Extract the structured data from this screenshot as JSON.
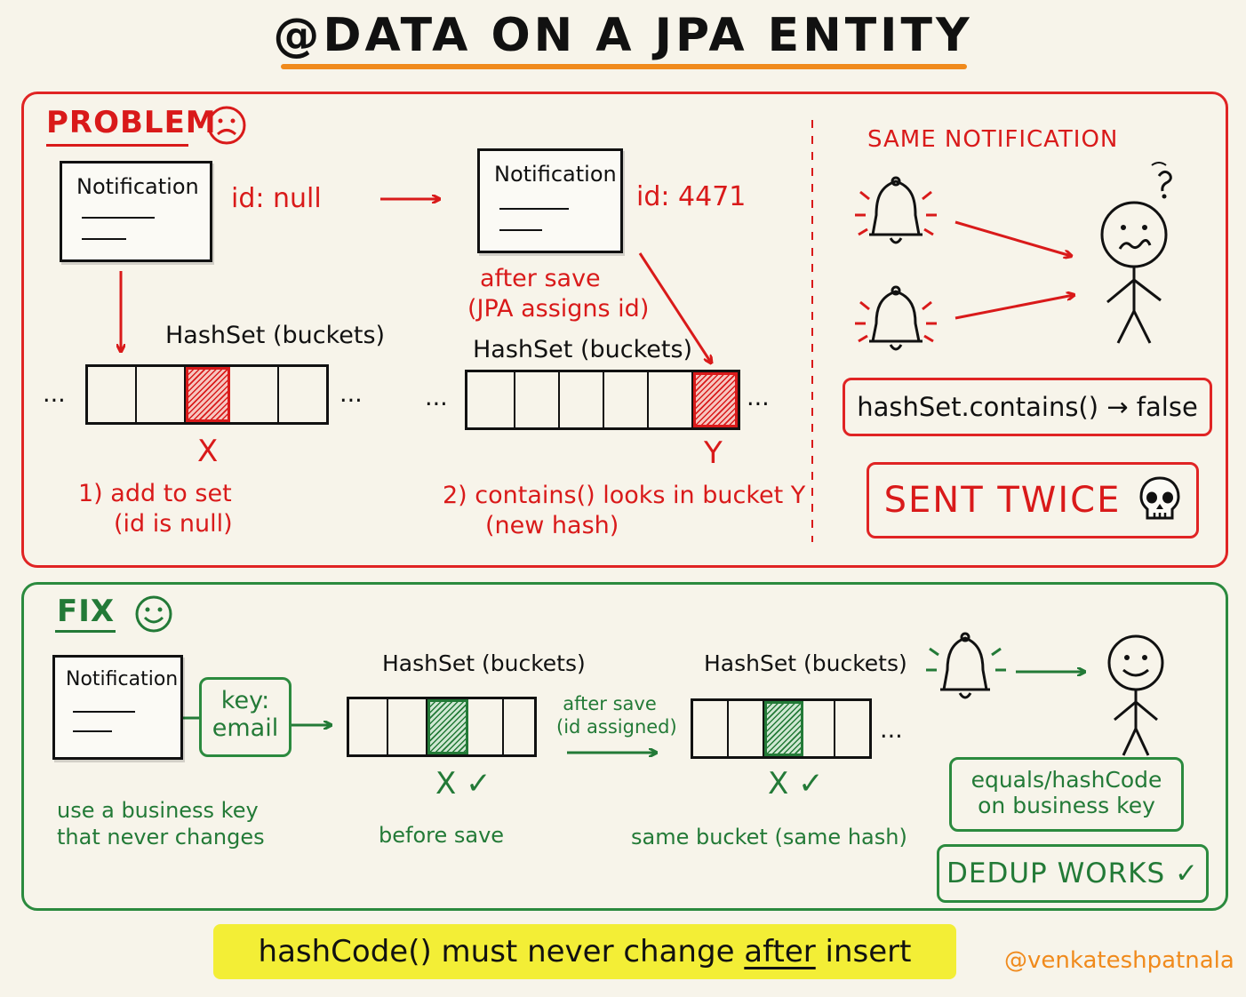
{
  "title": "@DATA ON A JPA ENTITY",
  "problem": {
    "heading": "PROBLEM",
    "before_card": {
      "title": "Notification",
      "id_text": "id: null"
    },
    "after_card": {
      "title": "Notification",
      "id_text": "id: 4471"
    },
    "after_save_caption": [
      "after save",
      "(JPA assigns id)"
    ],
    "hashset_label": "HashSet (buckets)",
    "hashset_label_2": "HashSet (buckets)",
    "ellipsis": "...",
    "marker_x": "X",
    "marker_y": "Y",
    "step1": [
      "1) add to set",
      "(id is null)"
    ],
    "step2": [
      "2) contains() looks in bucket Y",
      "(new hash)"
    ],
    "same_notification": "SAME NOTIFICATION",
    "contains_result": "hashSet.contains() → false",
    "sent_twice": "SENT TWICE"
  },
  "fix": {
    "heading": "FIX",
    "card": {
      "title": "Notification"
    },
    "key_box": [
      "key:",
      "email"
    ],
    "business_key_caption": [
      "use a business key",
      "that never changes"
    ],
    "hashset_label_1": "HashSet (buckets)",
    "hashset_label_2": "HashSet (buckets)",
    "after_save": [
      "after save",
      "(id assigned)"
    ],
    "marks": "X ✓",
    "before_save": "before save",
    "same_bucket": "same bucket (same hash)",
    "ellipsis": "...",
    "equals_box": [
      "equals/hashCode",
      "on business key"
    ],
    "dedup": "DEDUP WORKS ✓"
  },
  "footer": {
    "rule_before": "hashCode() must never change ",
    "rule_emph": "after",
    "rule_after": " insert",
    "handle": "@venkateshpatnala"
  },
  "colors": {
    "problem_red": "#e02424",
    "fix_green": "#2b8a3e",
    "title_underline": "#f08a1c",
    "highlight": "#f3ee36"
  }
}
